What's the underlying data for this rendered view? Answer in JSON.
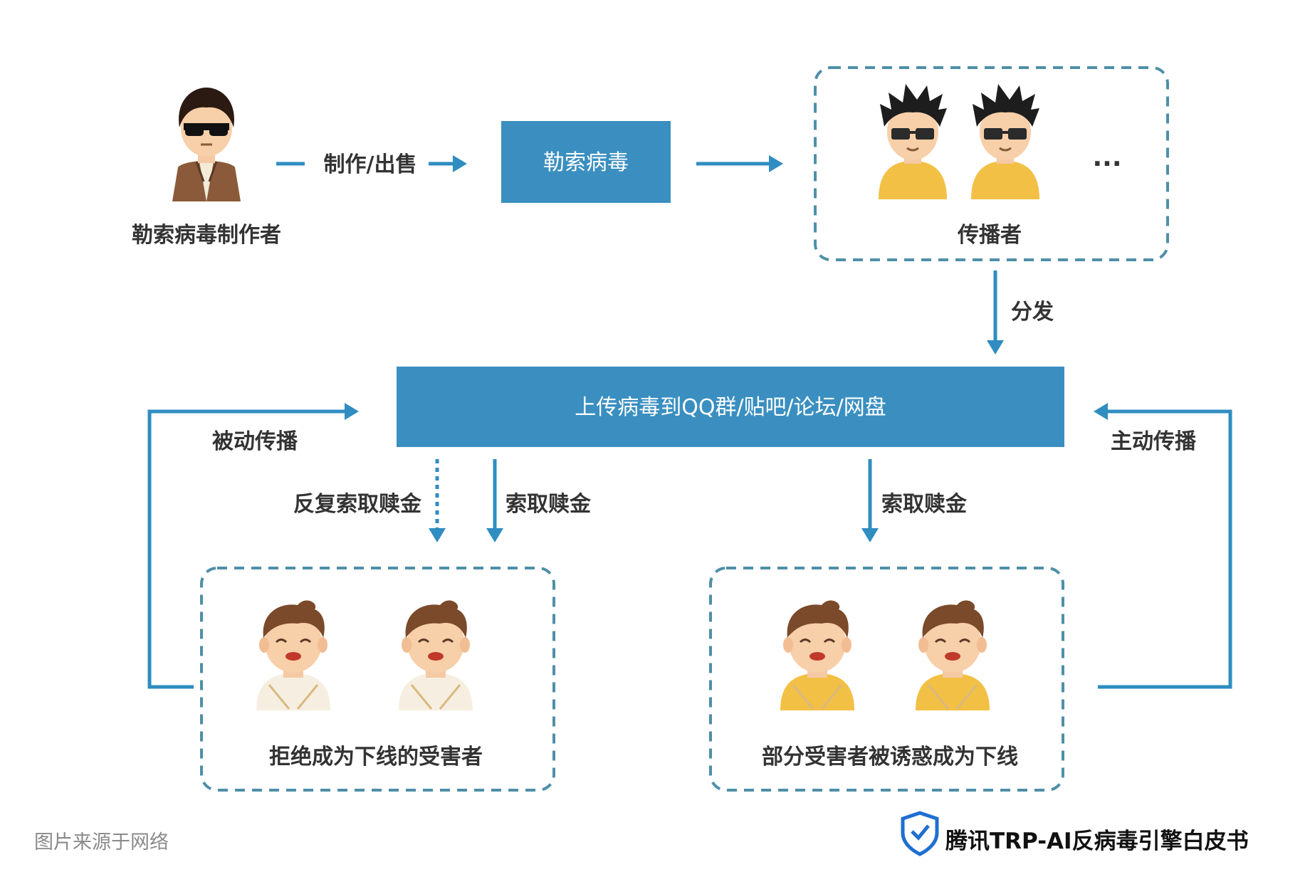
{
  "colors": {
    "accent": "#2f8dc1",
    "box_fill": "#3a8fc0",
    "text": "#333333",
    "source_text": "#8a8a8a",
    "brand_text": "#111111",
    "victim_shirt_pale": "#f6efe1",
    "victim_shirt_yellow": "#f2c045",
    "spreader_shirt": "#f2c045",
    "creator_coat": "#8a5a3a"
  },
  "nodes": {
    "creator_label": "勒索病毒制作者",
    "ransomware_box": "勒索病毒",
    "spreaders_label": "传播者",
    "spreaders_more": "···",
    "upload_box": "上传病毒到QQ群/贴吧/论坛/网盘",
    "refusers_label": "拒绝成为下线的受害者",
    "induced_label": "部分受害者被诱惑成为下线"
  },
  "edges": {
    "make_sell": "制作/出售",
    "distribute": "分发",
    "passive_spread": "被动传播",
    "active_spread": "主动传播",
    "repeated_ransom": "反复索取赎金",
    "ransom_left": "索取赎金",
    "ransom_right": "索取赎金"
  },
  "footer": {
    "source": "图片来源于网络",
    "brand": "腾讯TRP-AI反病毒引擎白皮书"
  },
  "icons": {
    "creator": "hacker-with-sunglasses-icon",
    "spreader": "spreader-with-glasses-icon",
    "victim": "smiling-victim-icon",
    "brand": "shield-logo-icon"
  }
}
